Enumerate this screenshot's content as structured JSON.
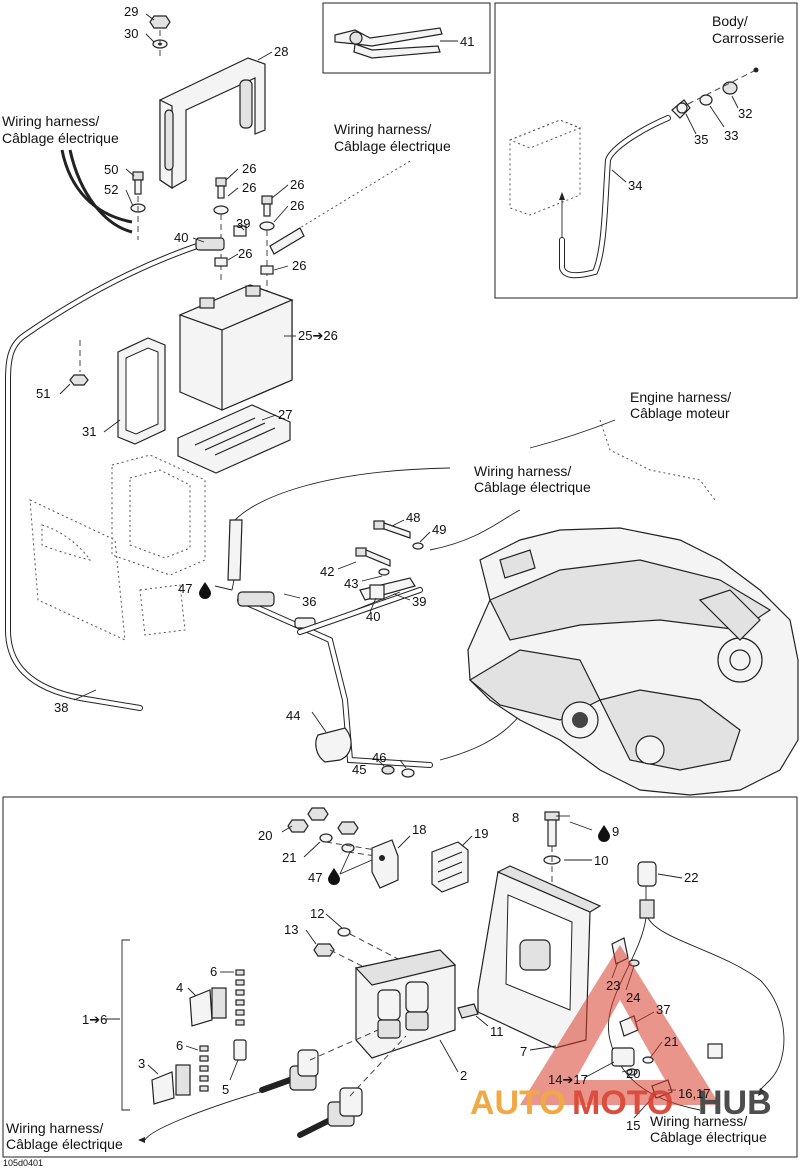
{
  "diagram_code": "105d0401",
  "harness_labels": {
    "top_left": [
      "Wiring harness/",
      "Câblage électrique"
    ],
    "top_center": [
      "Wiring harness/",
      "Câblage électrique"
    ],
    "middle": [
      "Wiring harness/",
      "Câblage électrique"
    ],
    "engine": [
      "Engine harness/",
      "Câblage moteur"
    ],
    "body": [
      "Body/",
      "Carrosserie"
    ],
    "bottom_left": [
      "Wiring harness/",
      "Câblage électrique"
    ],
    "bottom_right": [
      "Wiring harness/",
      "Câblage électrique"
    ]
  },
  "callouts": {
    "c29": "29",
    "c30": "30",
    "c28": "28",
    "c50": "50",
    "c52": "52",
    "c26a": "26",
    "c26b": "26",
    "c26c": "26",
    "c26d": "26",
    "c26e": "26",
    "c26f": "26",
    "c39a": "39",
    "c40a": "40",
    "c25": "25➔26",
    "c51": "51",
    "c31": "31",
    "c27": "27",
    "c41": "41",
    "c32": "32",
    "c33": "33",
    "c35": "35",
    "c34": "34",
    "c48": "48",
    "c49": "49",
    "c42": "42",
    "c43": "43",
    "c47a": "47",
    "c36": "36",
    "c39b": "39",
    "c40b": "40",
    "c38": "38",
    "c44": "44",
    "c46": "46",
    "c45": "45",
    "c8": "8",
    "c9": "9",
    "c10": "10",
    "c20a": "20",
    "c21a": "21",
    "c18": "18",
    "c19": "19",
    "c47b": "47",
    "c22": "22",
    "c12": "12",
    "c13": "13",
    "c16": "1➔6",
    "c6a": "6",
    "c4": "4",
    "c6b": "6",
    "c3": "3",
    "c5": "5",
    "c2": "2",
    "c11": "11",
    "c7": "7",
    "c23": "23",
    "c24": "24",
    "c37": "37",
    "c21b": "21",
    "c20b": "20",
    "c14": "14➔17",
    "c1617": "16,17",
    "c15": "15"
  },
  "watermark": {
    "text_left": "AUTO",
    "text_mid": "MOTO",
    "text_right": "HUB",
    "color_orange": "#f0a030",
    "color_red": "#d83a2a",
    "color_dark": "#3a3a3a"
  }
}
